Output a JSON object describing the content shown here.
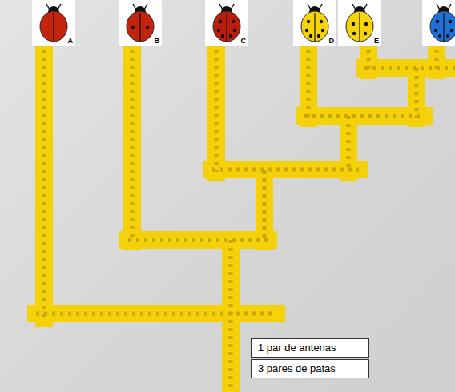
{
  "diagram": {
    "nodes": [
      {
        "text": [
          "A"
        ]
      },
      {
        "text": [
          "B"
        ]
      },
      {
        "text": [
          "C"
        ]
      },
      {
        "text": [
          "D"
        ]
      },
      {
        "text": [
          "E"
        ]
      },
      {
        "text": [
          "1 par de antenas"
        ]
      },
      {
        "text": [
          "3 pares de patas"
        ]
      }
    ]
  }
}
